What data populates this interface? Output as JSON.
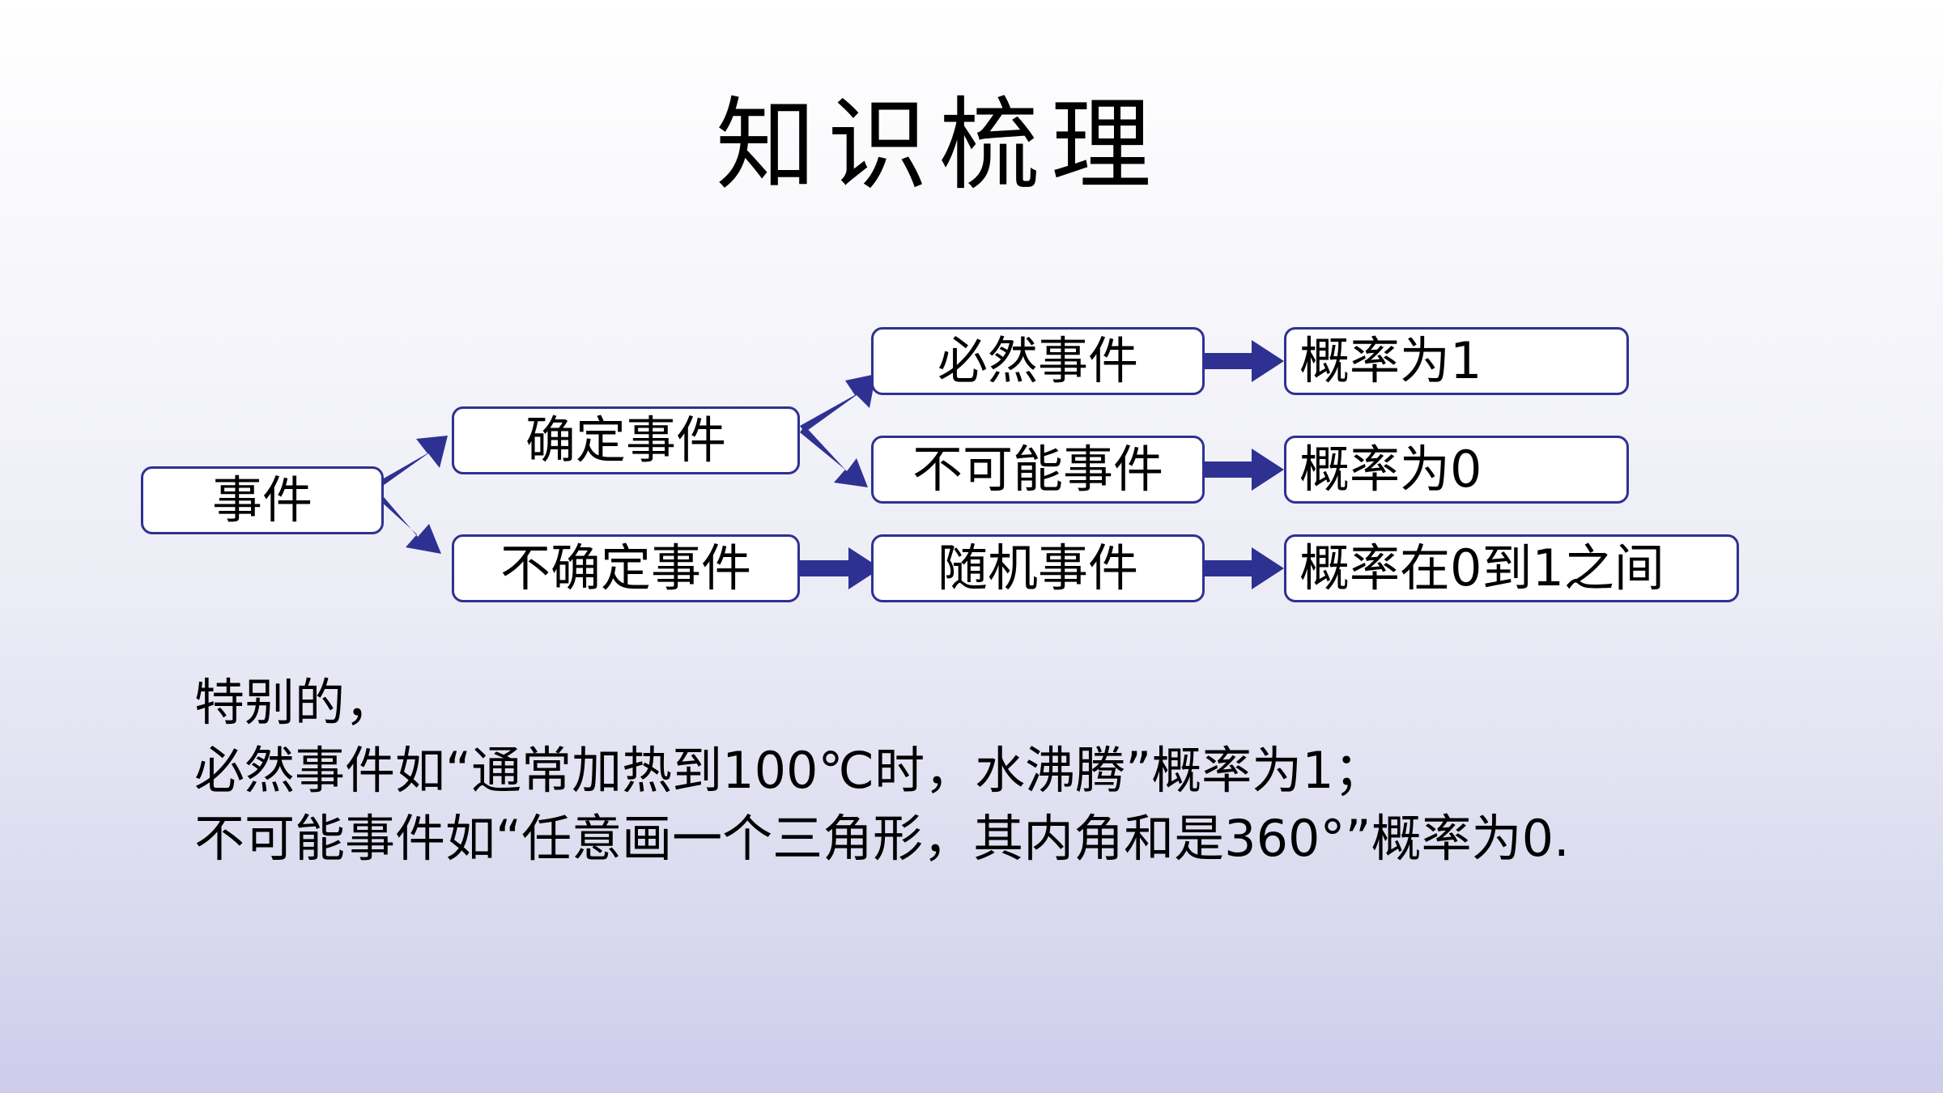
{
  "slide": {
    "title": "知识梳理"
  },
  "diagram": {
    "root": "事件",
    "level1": {
      "certain": "确定事件",
      "uncertain": "不确定事件"
    },
    "level2": {
      "sure": "必然事件",
      "impossible": "不可能事件",
      "random": "随机事件"
    },
    "probabilities": {
      "sure": "概率为1",
      "impossible": "概率为0",
      "random": "概率在0到1之间"
    },
    "colors": {
      "arrow": "#2e3192",
      "box_border": "#2e3192",
      "box_fill": "#ffffff"
    }
  },
  "note": {
    "line1": "特别的，",
    "line2": "必然事件如“通常加热到100℃时，水沸腾”概率为1；",
    "line3": "不可能事件如“任意画一个三角形，其内角和是360°”概率为0."
  }
}
